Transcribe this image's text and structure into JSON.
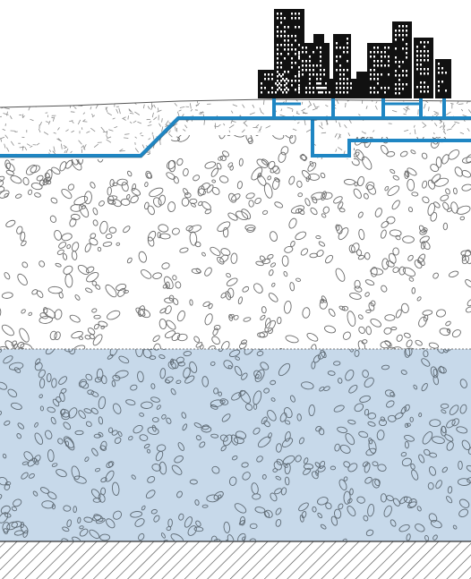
{
  "diagram": {
    "layers": [
      {
        "id": "topsoil",
        "kind": "fibrous-soil"
      },
      {
        "id": "unsaturated-zone",
        "kind": "gravel"
      },
      {
        "id": "saturated-zone",
        "kind": "gravel-with-water"
      },
      {
        "id": "bedrock",
        "kind": "hatched-rock"
      }
    ],
    "features": [
      "city-skyline",
      "water-pipe-network",
      "water-table-line"
    ],
    "colors": {
      "background": "#ffffff",
      "water": "#c7d9ea",
      "pipe": "#1f86c3",
      "pebble_stroke": "#6b6b6b",
      "soil_stroke": "#8c8c8c",
      "buildings": "#111111",
      "hatch": "#444444"
    }
  }
}
